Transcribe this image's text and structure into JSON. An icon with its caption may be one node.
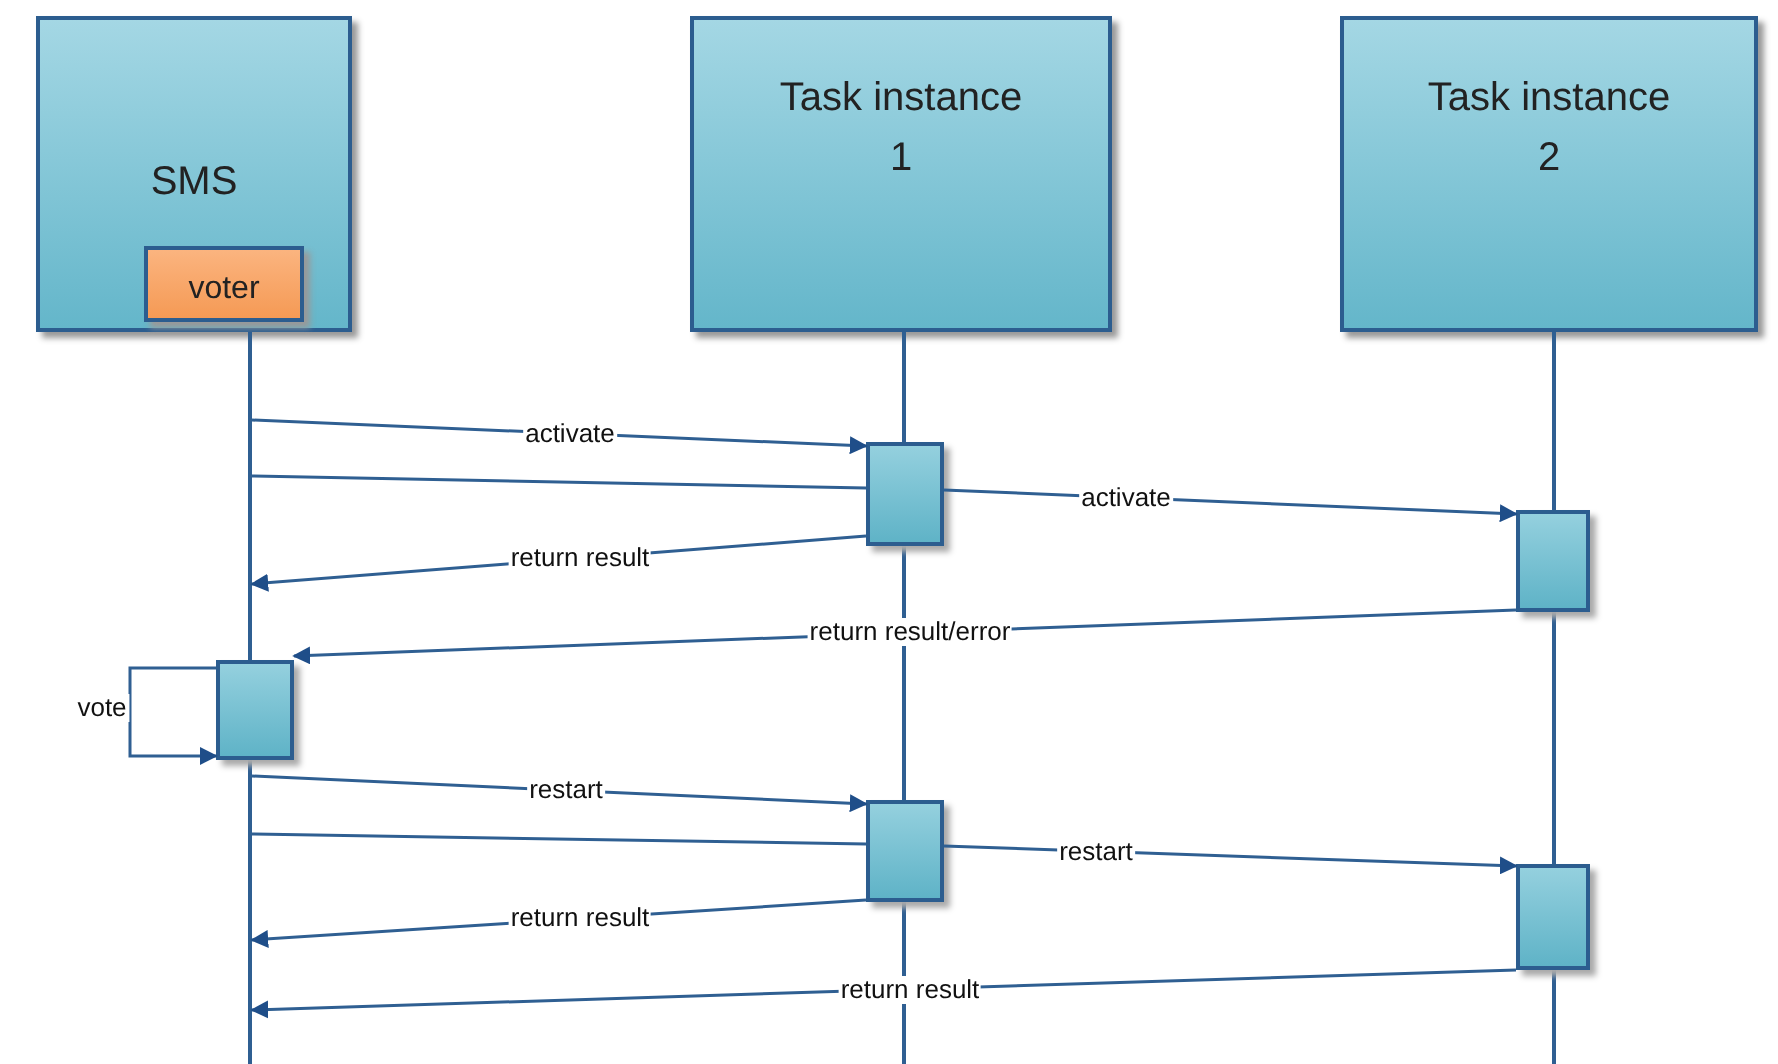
{
  "diagram": {
    "nodes": [
      {
        "text": [
          "SMS"
        ]
      },
      {
        "text": [
          "voter"
        ],
        "in": 0
      },
      {
        "text": [
          "Task instance 1"
        ]
      },
      {
        "text": [
          "Task instance 2"
        ]
      },
      {
        "text": [],
        "shape": "bar"
      },
      {
        "text": [],
        "shape": "bar"
      },
      {
        "text": [],
        "shape": "bar"
      },
      {
        "text": [],
        "shape": "box"
      },
      {
        "text": [],
        "shape": "box"
      },
      {
        "text": [],
        "shape": "box"
      },
      {
        "text": [],
        "shape": "box"
      },
      {
        "text": [],
        "shape": "box"
      }
    ],
    "edges": [
      {
        "from": 4,
        "to": 7,
        "arrow": "to",
        "label": "activate"
      },
      {
        "from": 4,
        "to": 7,
        "arrow": "none"
      },
      {
        "from": 7,
        "to": 8,
        "arrow": "to",
        "label": "activate"
      },
      {
        "from": 7,
        "to": 4,
        "arrow": "to",
        "label": "return result"
      },
      {
        "from": 8,
        "to": 9,
        "arrow": "to",
        "label": "return result/error"
      },
      {
        "from": 9,
        "to": 9,
        "arrow": "to",
        "label": "vote"
      },
      {
        "from": 4,
        "to": 10,
        "arrow": "to",
        "label": "restart"
      },
      {
        "from": 4,
        "to": 10,
        "arrow": "none"
      },
      {
        "from": 10,
        "to": 11,
        "arrow": "to",
        "label": "restart"
      },
      {
        "from": 10,
        "to": 4,
        "arrow": "to",
        "label": "return result"
      },
      {
        "from": 11,
        "to": 4,
        "arrow": "to",
        "label": "return result"
      }
    ]
  }
}
